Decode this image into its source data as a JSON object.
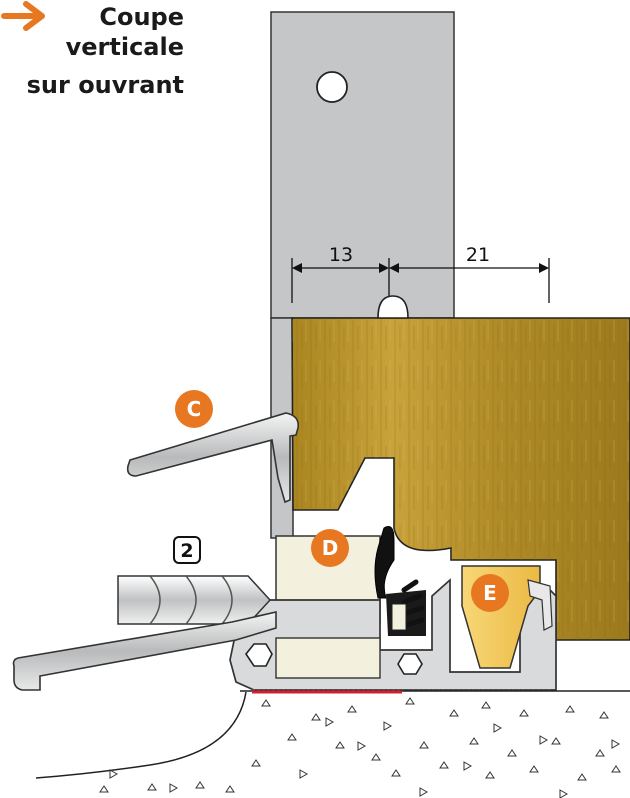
{
  "title": {
    "line1": "Coupe",
    "line2": "verticale",
    "line3": "sur ouvrant"
  },
  "dimensions": {
    "left": "13",
    "right": "21"
  },
  "labels": {
    "c": "C",
    "d": "D",
    "e": "E",
    "step": "2"
  },
  "colors": {
    "accent": "#e87722",
    "steel": "#c4c6c8",
    "wood": "#b5902a",
    "insert": "#f3f0de",
    "plug": "#f5c85a",
    "seal": "#111111",
    "floor_line": "#d0202b"
  }
}
